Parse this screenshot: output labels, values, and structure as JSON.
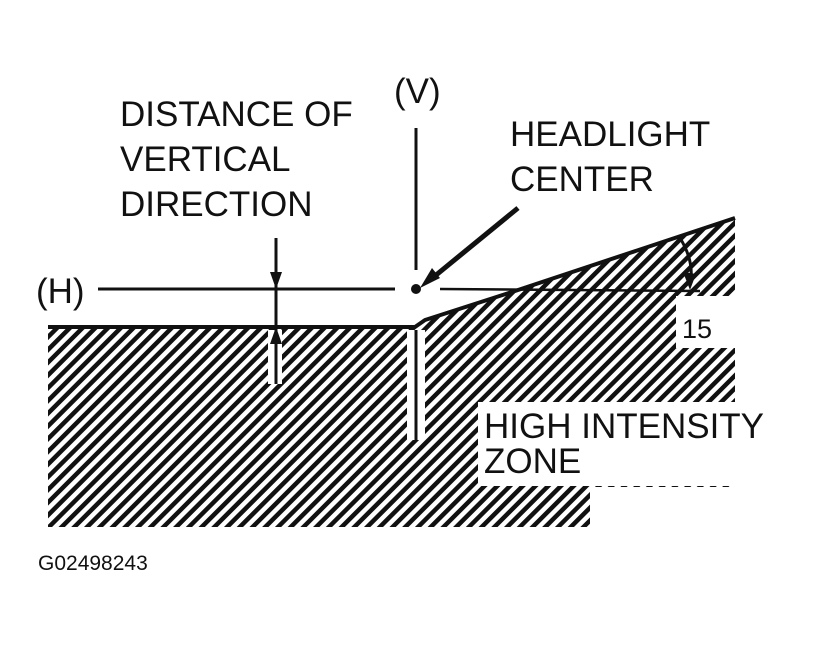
{
  "labels": {
    "vertical_line": "(V)",
    "horizontal_line": "(H)",
    "distance_line1": "DISTANCE OF",
    "distance_line2": "VERTICAL",
    "distance_line3": "DIRECTION",
    "headlight_line1": "HEADLIGHT",
    "headlight_line2": "CENTER",
    "angle": "15",
    "zone_line1": "HIGH INTENSITY",
    "zone_line2": "ZONE",
    "figure_id": "G02498243"
  },
  "colors": {
    "ink": "#111111",
    "background": "#ffffff"
  }
}
